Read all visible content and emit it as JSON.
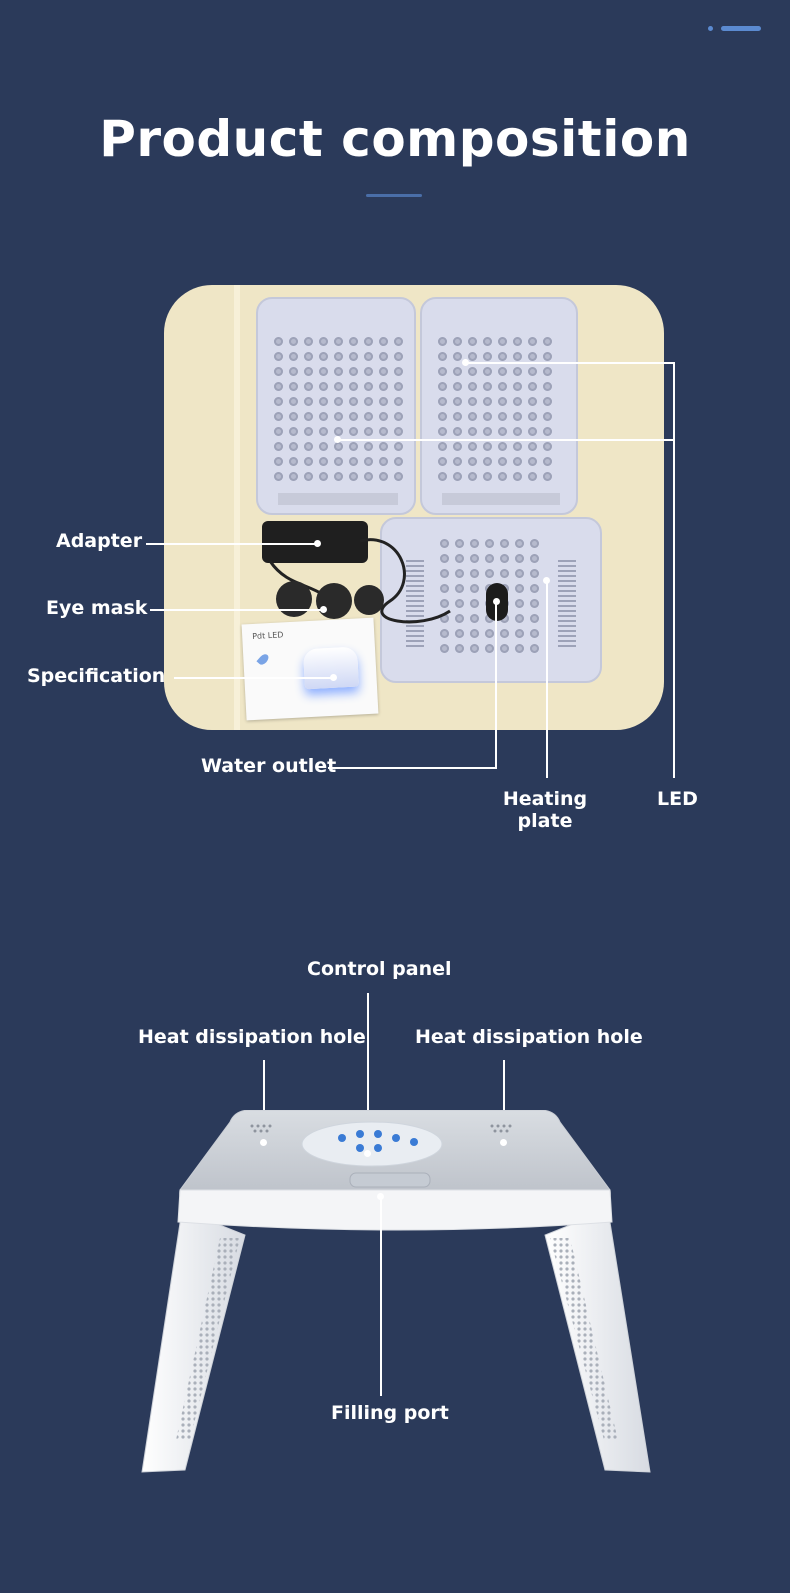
{
  "header": {
    "title": "Product composition"
  },
  "section1": {
    "labels": {
      "adapter": "Adapter",
      "eye_mask": "Eye mask",
      "specification": "Specification",
      "water_outlet": "Water outlet",
      "heating_plate_line1": "Heating",
      "heating_plate_line2": "plate",
      "led": "LED"
    }
  },
  "section2": {
    "labels": {
      "control_panel": "Control panel",
      "heat_hole_left": "Heat dissipation hole",
      "heat_hole_right": "Heat dissipation hole",
      "filling_port": "Filling port"
    }
  },
  "manual": {
    "title": "Pdt LED"
  },
  "colors": {
    "background": "#2b3a5a",
    "accent": "#5b8ad0",
    "photo_bg": "#efe6c6"
  }
}
